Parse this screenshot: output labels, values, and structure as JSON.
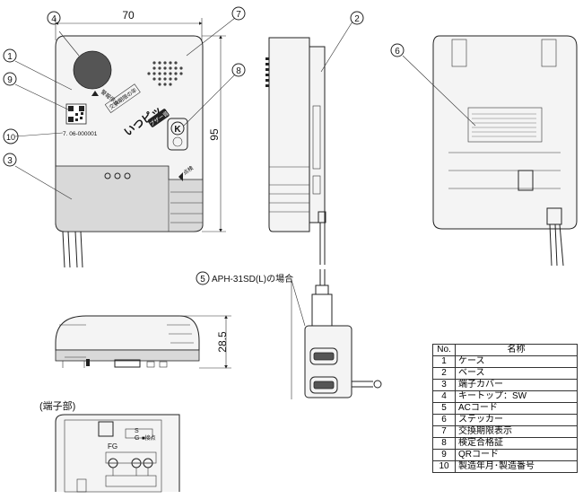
{
  "dimensions": {
    "width": "70",
    "height": "95",
    "depth": "28.5"
  },
  "callouts": [
    "1",
    "2",
    "3",
    "4",
    "5",
    "6",
    "7",
    "8",
    "9",
    "10"
  ],
  "callout_5_label": "APH-31SD(L)の場合",
  "front_labels": {
    "arrow_label": "警報停止",
    "replace_label": "交換期限の年",
    "brand": "いつピッ",
    "brand_sub": "ブザー音",
    "mark": "K",
    "serial": "7. 06-000001",
    "inspect": "点検"
  },
  "terminal_title": "(端子部)",
  "terminal_labels": {
    "fg": "FG",
    "s": "S",
    "g": "G",
    "mode": "■接点"
  },
  "table": {
    "headers": {
      "no": "No.",
      "name": "名称"
    },
    "rows": [
      {
        "no": "1",
        "name": "ケース"
      },
      {
        "no": "2",
        "name": "ベース"
      },
      {
        "no": "3",
        "name": "端子カバー"
      },
      {
        "no": "4",
        "name": "キートップ：SW"
      },
      {
        "no": "5",
        "name": "ACコード"
      },
      {
        "no": "6",
        "name": "ステッカー"
      },
      {
        "no": "7",
        "name": "交換期限表示"
      },
      {
        "no": "8",
        "name": "検定合格証"
      },
      {
        "no": "9",
        "name": "QRコード"
      },
      {
        "no": "10",
        "name": "製造年月･製造番号"
      }
    ]
  }
}
